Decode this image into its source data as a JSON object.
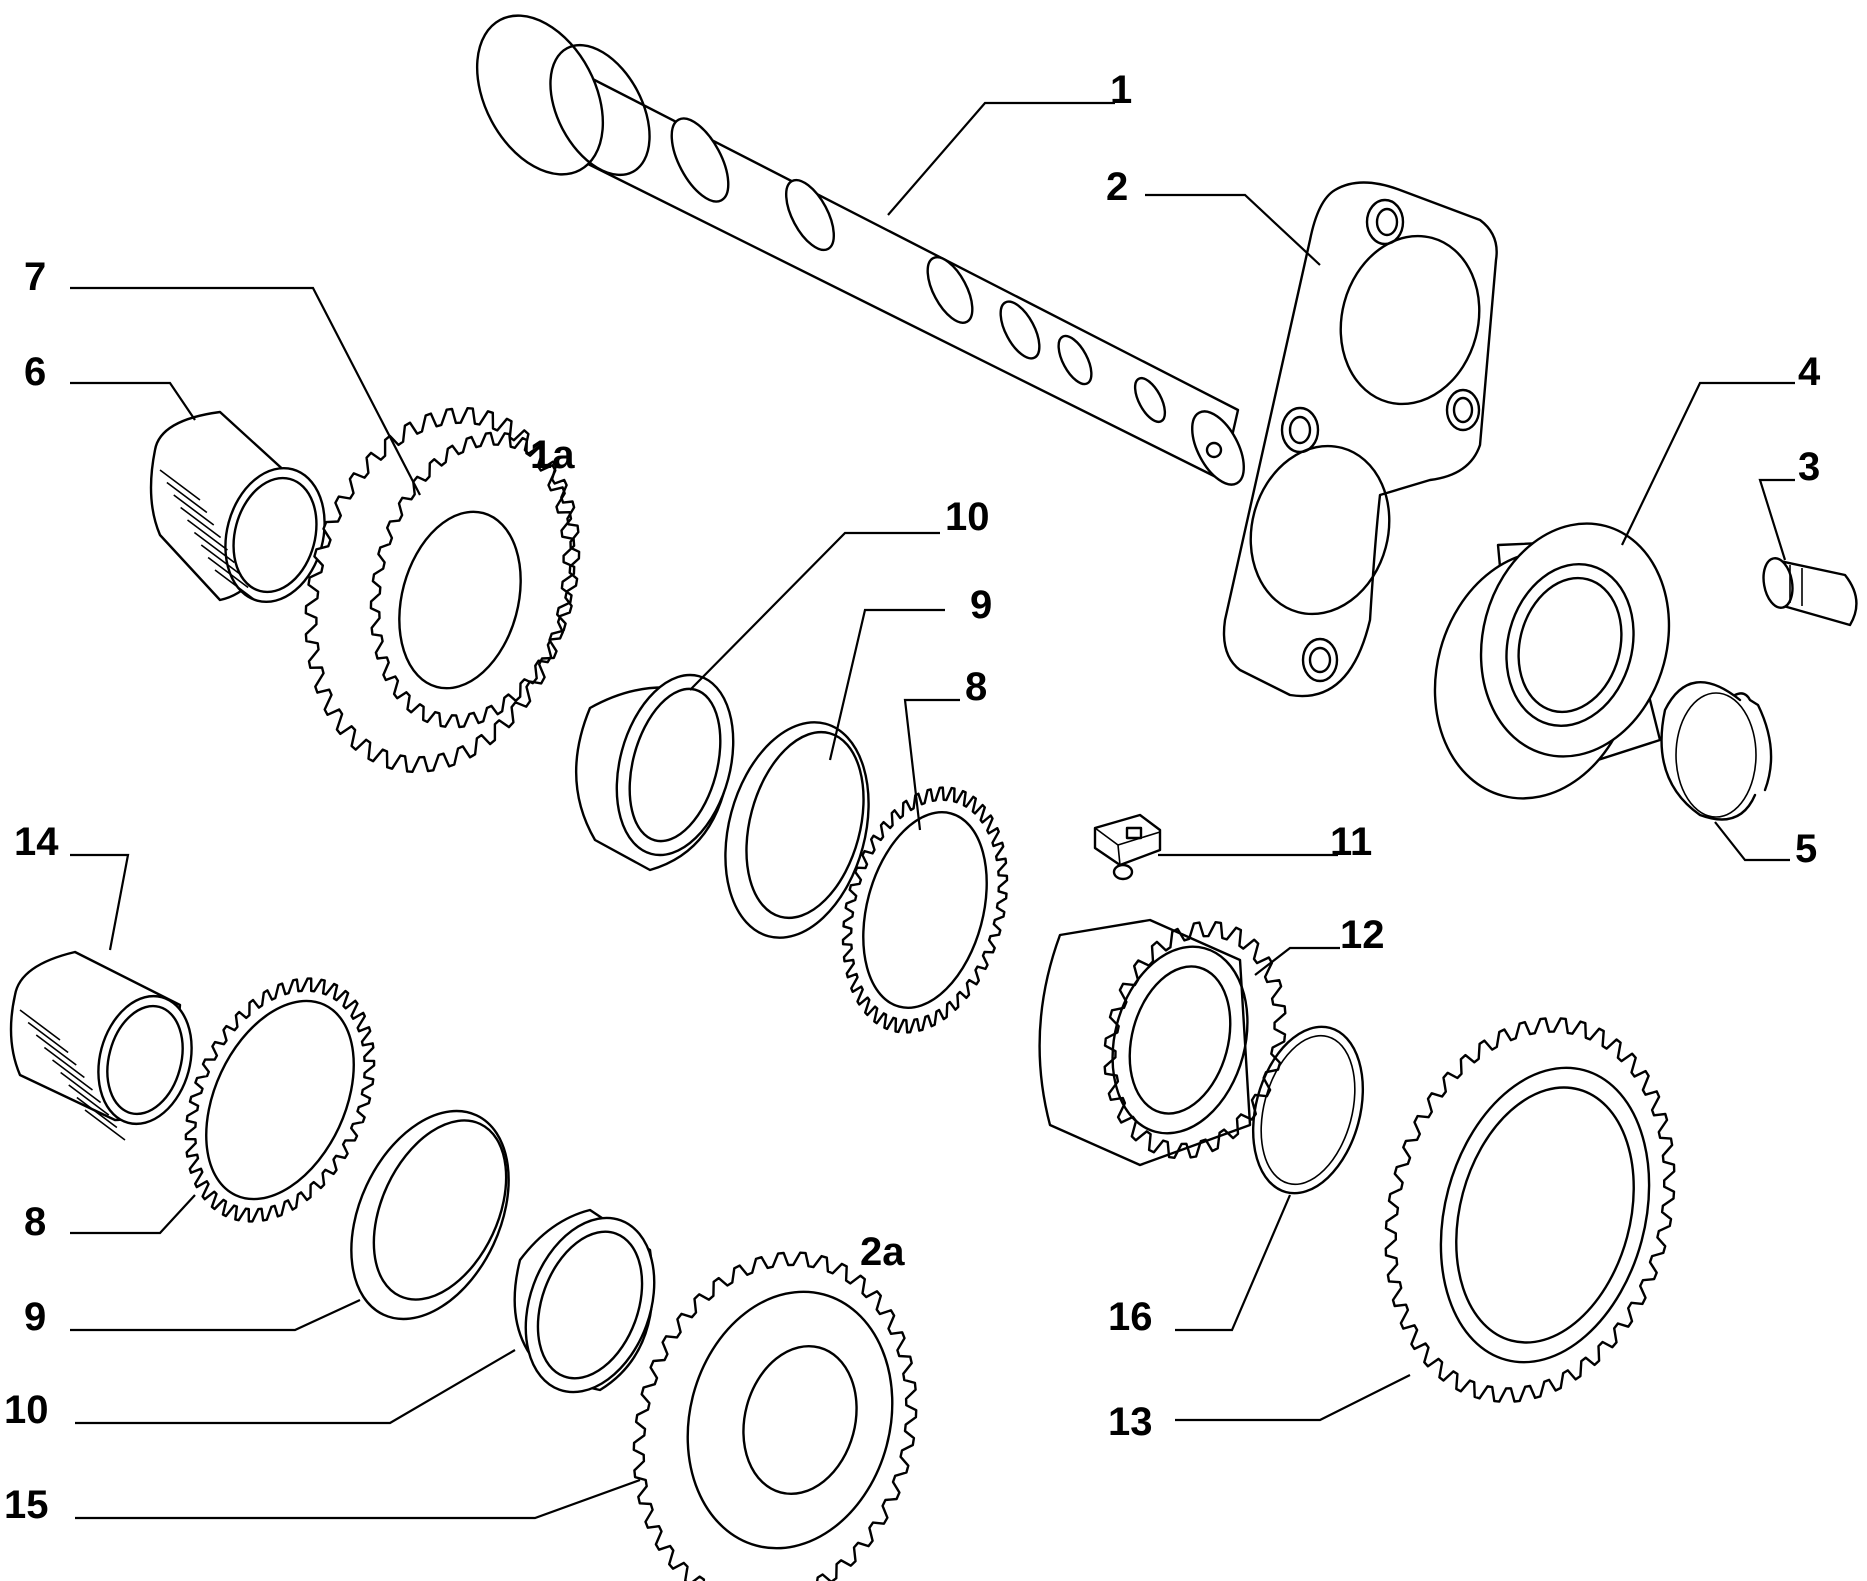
{
  "callouts": [
    {
      "id": "c1",
      "label": "1"
    },
    {
      "id": "c2",
      "label": "2"
    },
    {
      "id": "c3",
      "label": "3"
    },
    {
      "id": "c4",
      "label": "4"
    },
    {
      "id": "c5",
      "label": "5"
    },
    {
      "id": "c6",
      "label": "6"
    },
    {
      "id": "c7",
      "label": "7"
    },
    {
      "id": "c1a",
      "label": "1a"
    },
    {
      "id": "c10a",
      "label": "10"
    },
    {
      "id": "c9a",
      "label": "9"
    },
    {
      "id": "c8a",
      "label": "8"
    },
    {
      "id": "c11",
      "label": "11"
    },
    {
      "id": "c12",
      "label": "12"
    },
    {
      "id": "c14",
      "label": "14"
    },
    {
      "id": "c8b",
      "label": "8"
    },
    {
      "id": "c9b",
      "label": "9"
    },
    {
      "id": "c10b",
      "label": "10"
    },
    {
      "id": "c15",
      "label": "15"
    },
    {
      "id": "c2a",
      "label": "2a"
    },
    {
      "id": "c16",
      "label": "16"
    },
    {
      "id": "c13",
      "label": "13"
    }
  ]
}
